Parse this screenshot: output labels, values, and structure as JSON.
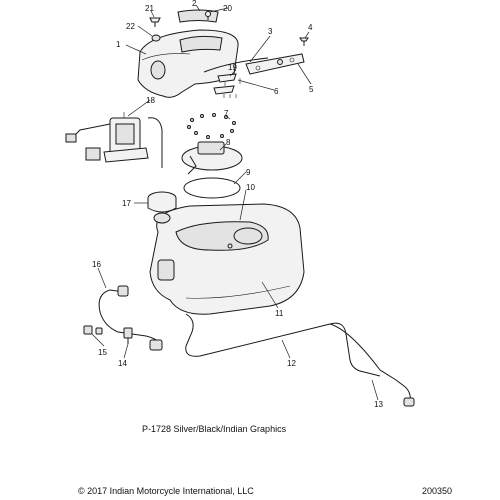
{
  "diagram": {
    "caption": "P-1728 Silver/Black/Indian Graphics",
    "copyright": "© 2017 Indian Motorcycle International, LLC",
    "diagram_id": "200350",
    "callouts": [
      "1",
      "2",
      "3",
      "4",
      "5",
      "6",
      "7",
      "8",
      "9",
      "10",
      "11",
      "12",
      "13",
      "14",
      "15",
      "16",
      "17",
      "18",
      "19",
      "20",
      "21",
      "22"
    ]
  }
}
